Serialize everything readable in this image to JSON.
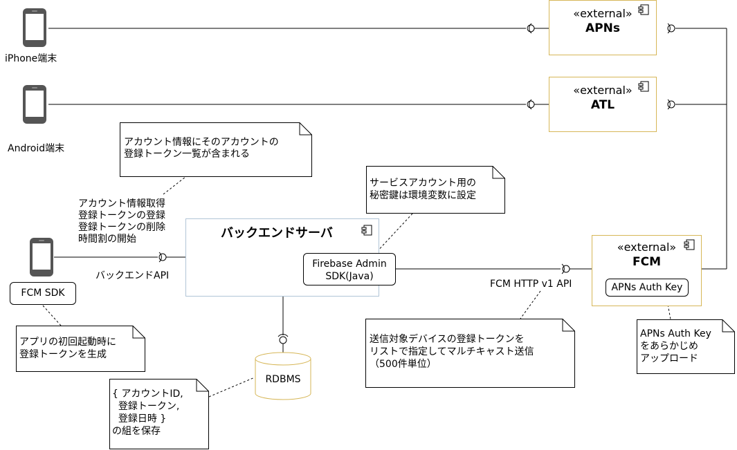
{
  "devices": {
    "iphone_label": "iPhone端末",
    "android_label": "Android端末"
  },
  "apns": {
    "stereotype": "«external»",
    "name": "APNs"
  },
  "atl": {
    "stereotype": "«external»",
    "name": "ATL"
  },
  "fcm": {
    "stereotype": "«external»",
    "name": "FCM",
    "auth_key": "APNs Auth Key"
  },
  "backend": {
    "title": "バックエンドサーバ",
    "sdk_line1": "Firebase Admin",
    "sdk_line2": "SDK(Java)",
    "api_label": "バックエンドAPI",
    "ops": [
      "アカウント情報取得",
      "登録トークンの登録",
      "登録トークンの削除",
      "時間割の開始"
    ]
  },
  "fcm_sdk": "FCM SDK",
  "fcm_api_label": "FCM HTTP v1 API",
  "rdbms": "RDBMS",
  "notes": {
    "account": [
      "アカウント情報にそのアカウントの",
      "登録トークン一覧が含まれる"
    ],
    "service_account": [
      "サービスアカウント用の",
      "秘密鍵は環境変数に設定"
    ],
    "first_launch": [
      "アプリの初回起動時に",
      "登録トークンを生成"
    ],
    "multicast": [
      "送信対象デバイスの登録トークンを",
      "リストで指定してマルチキャスト送信",
      "（500件単位）"
    ],
    "auth_key": [
      "APNs Auth Key",
      "をあらかじめ",
      "アップロード"
    ],
    "db": [
      "{ アカウントID,",
      "  登録トークン,",
      "  登録日時 }",
      "の組を保存"
    ]
  },
  "colors": {
    "external_border": "#d6b656",
    "backend_border": "#b0c4d6",
    "phone": "#555555"
  }
}
